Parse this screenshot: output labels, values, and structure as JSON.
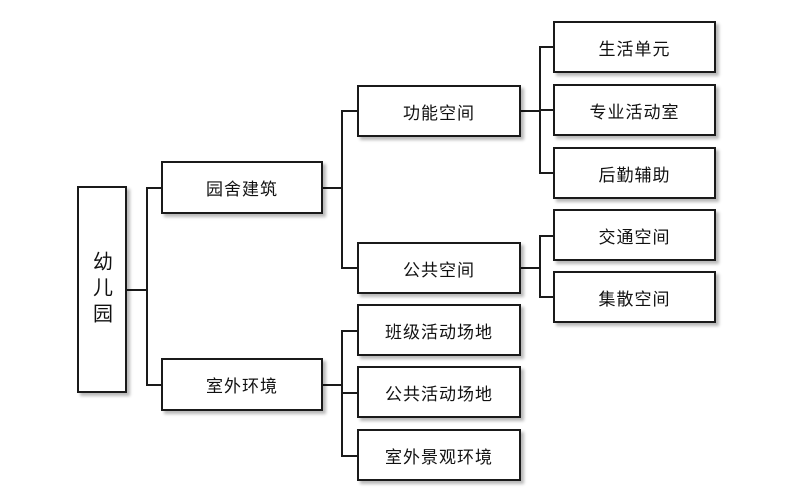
{
  "root": {
    "label": "幼儿园"
  },
  "level1": [
    {
      "label": "园舍建筑"
    },
    {
      "label": "室外环境"
    }
  ],
  "level2": {
    "building": [
      {
        "label": "功能空间"
      },
      {
        "label": "公共空间"
      }
    ],
    "outdoor": [
      {
        "label": "班级活动场地"
      },
      {
        "label": "公共活动场地"
      },
      {
        "label": "室外景观环境"
      }
    ]
  },
  "level3": {
    "functional": [
      {
        "label": "生活单元"
      },
      {
        "label": "专业活动室"
      },
      {
        "label": "后勤辅助"
      }
    ],
    "public": [
      {
        "label": "交通空间"
      },
      {
        "label": "集散空间"
      }
    ]
  }
}
